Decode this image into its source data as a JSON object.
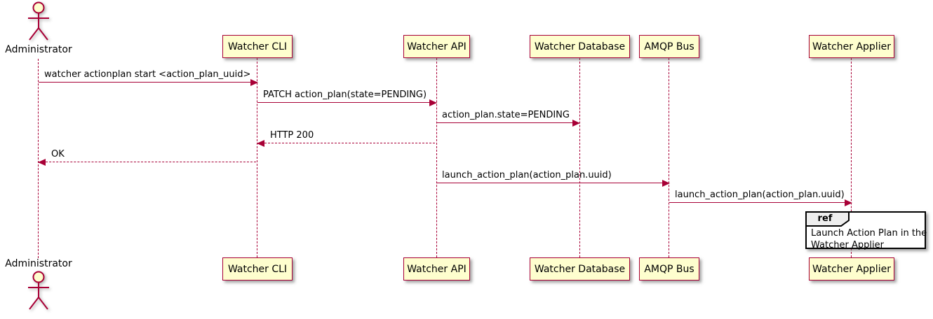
{
  "diagram_type": "sequence",
  "colors": {
    "participant_fill": "#FEFECE",
    "participant_border": "#A80036",
    "arrow": "#A80036",
    "lifeline": "#A80036",
    "ref_tab_fill": "#EEEEEE",
    "ref_border": "#000000",
    "background": "#FFFFFF"
  },
  "actor": {
    "name": "Administrator"
  },
  "participants": [
    {
      "name": "Watcher CLI"
    },
    {
      "name": "Watcher API"
    },
    {
      "name": "Watcher Database"
    },
    {
      "name": "AMQP Bus"
    },
    {
      "name": "Watcher Applier"
    }
  ],
  "messages": [
    {
      "from": "Administrator",
      "to": "Watcher CLI",
      "text": "watcher actionplan start <action_plan_uuid>",
      "style": "solid"
    },
    {
      "from": "Watcher CLI",
      "to": "Watcher API",
      "text": "PATCH action_plan(state=PENDING)",
      "style": "solid"
    },
    {
      "from": "Watcher API",
      "to": "Watcher Database",
      "text": "action_plan.state=PENDING",
      "style": "solid"
    },
    {
      "from": "Watcher API",
      "to": "Watcher CLI",
      "text": "HTTP 200",
      "style": "dashed-return"
    },
    {
      "from": "Watcher CLI",
      "to": "Administrator",
      "text": "OK",
      "style": "dashed-return"
    },
    {
      "from": "Watcher API",
      "to": "AMQP Bus",
      "text": "launch_action_plan(action_plan.uuid)",
      "style": "solid"
    },
    {
      "from": "AMQP Bus",
      "to": "Watcher Applier",
      "text": "launch_action_plan(action_plan.uuid)",
      "style": "solid"
    }
  ],
  "ref": {
    "keyword": "ref",
    "line1": "Launch Action Plan in the",
    "line2": "Watcher Applier"
  }
}
